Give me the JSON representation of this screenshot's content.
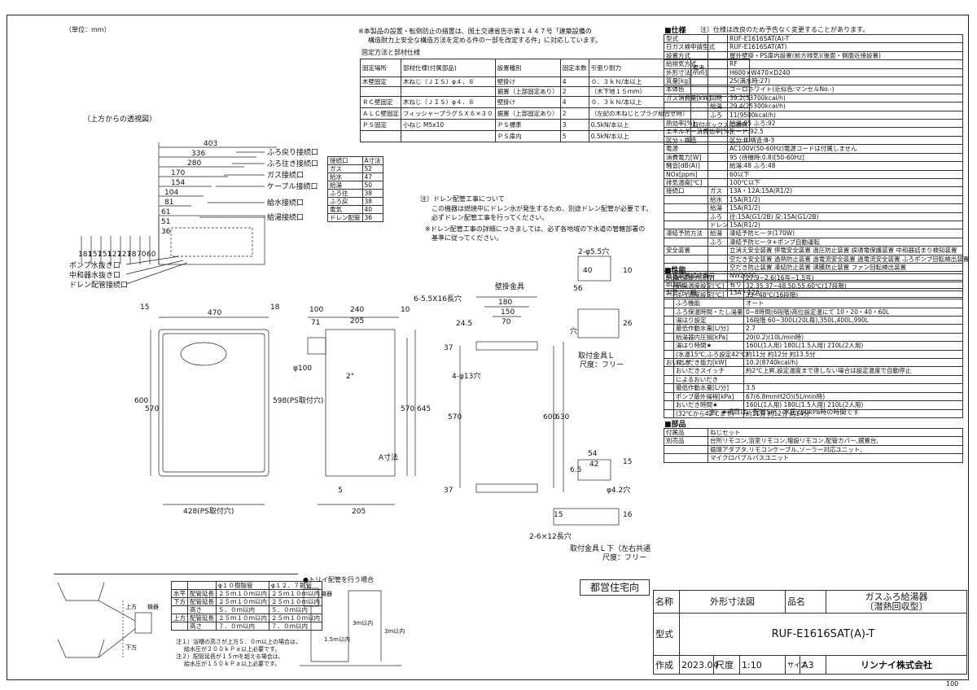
{
  "unit_note": "（単位：mm）",
  "top_notes": [
    "※本製品の設置・転倒防止の措置は、国土交通省告示第１４４７号「建築設備の",
    "構造耐力上安全な構造方法を定める件の一部を改定する件」に対応しています。"
  ],
  "fix_table": {
    "title": "固定方法と部材仕様",
    "headers": [
      "固定場所",
      "部材仕様(付属部品)",
      "設置種別",
      "固定本数",
      "引張り耐力",
      "備考"
    ],
    "rows": [
      [
        "木壁固定",
        "木ねじ（ＪＩＳ）φ４．８",
        "壁掛け",
        "4",
        "０．３ｋＮ/本以上",
        ""
      ],
      [
        "",
        "",
        "据置（上部固定あり）",
        "2",
        "（木下地１５ｍｍ）",
        ""
      ],
      [
        "ＲＣ壁固定",
        "木ねじ（ＪＩＳ）φ４．８",
        "壁掛け",
        "4",
        "０．３ｋＮ/本以上",
        ""
      ],
      [
        "ＡＬＣ壁固定",
        "フィッシャープラグＳＸ６×３０",
        "据置（上部固定あり）",
        "2",
        "（左記の木ねじとプラグ組合せ時）",
        ""
      ],
      [
        "ＰＳ固定",
        "小ねじ M5x10",
        "ＰＳ標準",
        "3",
        "0.5kN/本以上",
        "取付ボックスに同梱"
      ],
      [
        "",
        "",
        "ＰＳ扉内",
        "5",
        "0.5kN/本以上",
        ""
      ]
    ]
  },
  "view_label": "（上方からの透視図）",
  "top_view_dims": [
    "403",
    "336",
    "280",
    "170",
    "154",
    "104",
    "81",
    "61",
    "51",
    "36"
  ],
  "top_view_vdims": [
    "181",
    "157",
    "151",
    "127",
    "121",
    "78",
    "70",
    "60"
  ],
  "conn_labels": [
    "ふろ戻り接続口",
    "ふろ往き接続口",
    "ガス接続口",
    "ケーブル接続口",
    "給水接続口",
    "給湯接続口"
  ],
  "bottom_labels": [
    "ポンプ水抜き口",
    "中和器水抜き口",
    "ドレン配管接続口"
  ],
  "conn_table": {
    "headers": [
      "接続口",
      "A寸法"
    ],
    "rows": [
      [
        "ガス",
        "52"
      ],
      [
        "給水",
        "47"
      ],
      [
        "給湯",
        "50"
      ],
      [
        "ふろ往",
        "38"
      ],
      [
        "ふろ戻",
        "38"
      ],
      [
        "電気",
        "40"
      ],
      [
        "ドレン配管",
        "36"
      ]
    ]
  },
  "drain_note": [
    "注）ドレン配管工事について",
    "この機器は燃焼中にドレン水が発生するため、別途ドレン配管が必要です。",
    "必ずドレン配管工事を行ってください。",
    "※ドレン配管工事の詳細につきましては、必ず各地域の下水道の管轄部署の",
    "基準に従ってください。"
  ],
  "front_dims": {
    "width": "470",
    "h1": "600",
    "h2": "570",
    "h3": "598(PS取付穴)",
    "w2": "428(PS取付穴)",
    "top": "15",
    "top2": "18"
  },
  "side_dims": [
    "100",
    "240",
    "205",
    "10",
    "71",
    "φ100",
    "2°",
    "570",
    "645",
    "A寸法",
    "205",
    "5"
  ],
  "bracket": {
    "title": "壁掛金具",
    "d": [
      "180",
      "150",
      "70"
    ],
    "holes": "6-5.5X16長穴",
    "holes2": "4-φ13穴",
    "h": [
      "24.5",
      "37",
      "570",
      "600",
      "630",
      "37"
    ]
  },
  "fitting1": {
    "name": "取付金具Ｌ",
    "scale": "尺度：フリー",
    "d": [
      "2-φ5.5穴",
      "40",
      "56",
      "10",
      "26",
      "穴"
    ]
  },
  "fitting2": {
    "name": "取付金具Ｌ下（左右共通）",
    "scale": "尺度：フリー",
    "d": [
      "54",
      "42",
      "15",
      "6.5",
      "φ4.2穴",
      "15",
      "16",
      "2-6×12長穴"
    ]
  },
  "spec": {
    "title": "■仕様",
    "note": "注）仕様は改良のため予告なく変更することがあります。",
    "rows": [
      [
        "型式",
        "",
        "RUF-E1616SAT(A)-T"
      ],
      [
        "日ガス検申請型式",
        "",
        "RUF-E1616SAT(AT)"
      ],
      [
        "設置方式",
        "",
        "屋外壁掛・PS扉内設置(前方排気)(後面・側面近接設置)"
      ],
      [
        "給排気方式",
        "",
        "RF"
      ],
      [
        "外形寸法[mm]",
        "",
        "H600×W470×D240"
      ],
      [
        "質量[kg]",
        "",
        "25(満水時:27)"
      ],
      [
        "本体色",
        "",
        "ユーロホワイト(近似色:マンセルNo.-)"
      ],
      [
        "ガス消費量[kW]",
        "同時",
        "39.2(33700kcal/h)"
      ],
      [
        "",
        "給湯",
        "29.4(25300kcal/h)"
      ],
      [
        "",
        "ふろ",
        "11(9500kcal/h)"
      ],
      [
        "熱効率[%]",
        "",
        "給湯:95 ふろ:92"
      ],
      [
        "エネルギー消費効率[%]",
        "",
        "モード:92.5"
      ],
      [
        "区分・構造",
        "",
        "区分:Ⅲ 構造:Ⅲ-3"
      ],
      [
        "電源",
        "",
        "AC100V(50-60Hz)電源コードは付属しません"
      ],
      [
        "消費電力[W]",
        "",
        "95 (待機時:0.8)[50-60Hz]"
      ],
      [
        "騒音[dB(A)]",
        "",
        "給湯:48 ふろ:48"
      ],
      [
        "NOx[ppm]",
        "",
        "60以下"
      ],
      [
        "排気温度[℃]",
        "",
        "100℃以下"
      ],
      [
        "接続口",
        "ガス",
        "13A・12A:15A(R1/2)"
      ],
      [
        "",
        "給水",
        "15A(R1/2)"
      ],
      [
        "",
        "給湯",
        "15A(R1/2)"
      ],
      [
        "",
        "ふろ",
        "往:15A(G1/2B) 戻:15A(G1/2B)"
      ],
      [
        "",
        "ドレン",
        "15A(R1/2)"
      ],
      [
        "凍結予防方法",
        "給湯",
        "凍結予防ヒータ(170W)"
      ],
      [
        "",
        "ふろ",
        "凍結予防ヒータ+ポンプ自動運転"
      ],
      [
        "安全装置",
        "",
        "立消え安全装置 停電安全装置 過圧防止装置 誤通電保護装置 中和器詰まり検知装置"
      ],
      [
        "",
        "",
        "空だき安全装置 過熱防止装置 過電流安全装置 過電流安全装置 ふろポンプ回転検出装置"
      ],
      [
        "",
        "",
        "空だき防止装置 凍結防止装置 沸騰防止装置 ファン回転検出装置"
      ],
      [
        "給水装置認証番号",
        "",
        "NW2020"
      ],
      [
        "BL認定",
        "",
        "有り"
      ],
      [
        "製造ガス種",
        "",
        "13A・12A"
      ]
    ]
  },
  "perf": {
    "title": "■性能",
    "rows": [
      [
        "給湯",
        "給湯能力[kW]",
        "27.9~2.6(16号~1.5号)"
      ],
      [
        "",
        "給湯温度設定[℃]",
        "32,35,37~48,50,55,60℃(17段階)"
      ],
      [
        "",
        "ふろ温度設定[℃]",
        "33~48℃(16段階)"
      ],
      [
        "",
        "ふろ機能",
        "オート"
      ],
      [
        "",
        "ふろ保温時間・たし湯量",
        "0~8時間(6段階)高位設定温にて 10・20・40・60L"
      ],
      [
        "",
        "湯はり設定",
        "16段階 60~300L(20L毎),350L,400L,990L"
      ],
      [
        "",
        "最低作動水量[L/分]",
        "2.7"
      ],
      [
        "",
        "給湯器内圧損[kPa]",
        "20(0.2)(10L/min時)"
      ],
      [
        "",
        "湯はり時間★",
        "160L(1人用) 180L(1.5人用) 210L(2人用)"
      ],
      [
        "",
        "(水温15℃,ふろ設定42℃)",
        "約11分 約12分 約13.5分"
      ],
      [
        "おいだき",
        "おいだき能力[kW]",
        "10.2(8740kcal/h)"
      ],
      [
        "",
        "おいだきスイッチ",
        "約2℃上昇,設定温度まで達しない場合は設定温度で自動停止"
      ],
      [
        "",
        "によるおいだき",
        ""
      ],
      [
        "",
        "最低作動水量[L/分]",
        "3.5"
      ],
      [
        "",
        "ポンプ最外揚程[kPa]",
        "67(6.8mmH2O)(5L/min時)"
      ],
      [
        "",
        "おいだき時間★",
        "160L(1人用) 180L(1.5人用) 210L(2人用)"
      ],
      [
        "",
        "(32℃から42℃まで)",
        "約11分 約12分 約14分"
      ]
    ],
    "note": "注）★項目は、配管5m、水圧200kPa時の時間です"
  },
  "parts": {
    "title": "■部品",
    "rows": [
      [
        "付属品",
        "ねじセット"
      ],
      [
        "別売品",
        "台所リモコン,浴室リモコン,増設リモコン,配管カバー,据置台,"
      ],
      [
        "",
        "循環アダプタ,リモコンケーブル,ソーラー対応ユニット,"
      ],
      [
        "",
        "マイクロバブルバスユニット"
      ]
    ]
  },
  "pipe_table": {
    "headers": [
      "",
      "",
      "φ１０樹脂管",
      "φ１２．７銅管"
    ],
    "rows": [
      [
        "水平",
        "配管延長",
        "２５ｍ１０ｍ以内",
        "２５ｍ１０ｍ以内"
      ],
      [
        "下方",
        "配管延長",
        "２５ｍ１０ｍ以内",
        "２５ｍ１０ｍ以内"
      ],
      [
        "",
        "高さ",
        "５．０ｍ以内",
        "５．０ｍ以内"
      ],
      [
        "上方",
        "配管延長",
        "２５ｍ１０ｍ以内",
        "２５ｍ１０ｍ以内"
      ],
      [
        "",
        "高さ",
        "７．０ｍ以内",
        "７．０ｍ以内"
      ]
    ],
    "notes": [
      "注１）浴槽の高さが上方５．０ｍ以上の場合は、",
      "給水圧が２００ｋＰａ以上必要です。",
      "注２）配管延長が１５ｍを超える場合は、",
      "給水圧が１５０ｋＰａ以上必要です。"
    ],
    "device": "機器",
    "up": "上方",
    "down": "下方"
  },
  "trap": {
    "title": "●トリイ配管を行う場合",
    "device": "機器",
    "d": [
      "1.5m以内",
      "3m以内",
      "3m以内"
    ]
  },
  "stamp": "都営住宅向",
  "title_block": {
    "name_label": "名称",
    "name": "外形寸法図",
    "product_label": "品名",
    "product": "ガスふろ給湯器",
    "product_sub": "〔潜熱回収型〕",
    "model_label": "型式",
    "model": "RUF-E1616SAT(A)-T",
    "made_label": "作成",
    "made": "2023.04",
    "scale_label": "尺度",
    "scale": "1:10",
    "size_label": "サイズ",
    "size": "A3",
    "company": "リンナイ株式会社"
  },
  "page_no": "100"
}
